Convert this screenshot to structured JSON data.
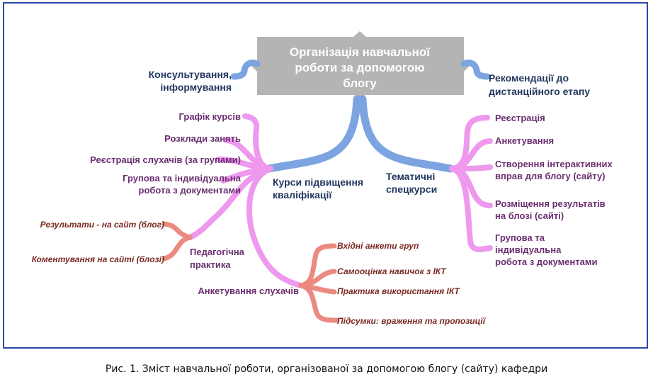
{
  "center": {
    "lines": [
      "Організація навчальної",
      "роботи за допомогою",
      "блогу"
    ]
  },
  "top_left": {
    "lines": [
      "Консультування,",
      "інформування"
    ]
  },
  "top_right": {
    "lines": [
      "Рекомендації до",
      "дистанційного етапу"
    ]
  },
  "courses": {
    "lines": [
      "Курси підвищення",
      "кваліфікації"
    ]
  },
  "special": {
    "lines": [
      "Тематичні",
      "спецкурси"
    ]
  },
  "courses_items": [
    {
      "lines": [
        "Графік курсів"
      ]
    },
    {
      "lines": [
        "Розклади занять"
      ]
    },
    {
      "lines": [
        "Реєстрація слухачів (за групами)"
      ]
    },
    {
      "lines": [
        "Групова та індивідуальна",
        "робота з документами"
      ]
    }
  ],
  "practice": {
    "lines": [
      "Педагогічна",
      "практика"
    ],
    "items": [
      "Результати - на сайт (блог)",
      "Коментування на сайті (блозі)"
    ]
  },
  "survey": {
    "label": "Анкетування слухачів",
    "items": [
      "Вхідні анкети груп",
      "Самооцінка навичок з ІКТ",
      "Практика використання ІКТ",
      "Підсумки: враження та пропозиції"
    ]
  },
  "special_items": [
    {
      "lines": [
        "Реєстрація"
      ]
    },
    {
      "lines": [
        "Анкетування"
      ]
    },
    {
      "lines": [
        "Створення інтерактивних",
        "вправ для блогу (сайту)"
      ]
    },
    {
      "lines": [
        "Розміщення результатів",
        "на блозі (сайті)"
      ]
    },
    {
      "lines": [
        "Групова та",
        "індивідуальна",
        "робота з документами"
      ]
    }
  ],
  "caption": "Рис. 1. Зміст навчальної  роботи, організованої за допомогою блогу (сайту) кафедри",
  "colors": {
    "border": "#2a49a8",
    "blue_branch": "#7ba4e0",
    "pink_branch": "#ee99ee",
    "salmon_branch": "#ea8a80",
    "center_box": "#b4b4b4"
  }
}
